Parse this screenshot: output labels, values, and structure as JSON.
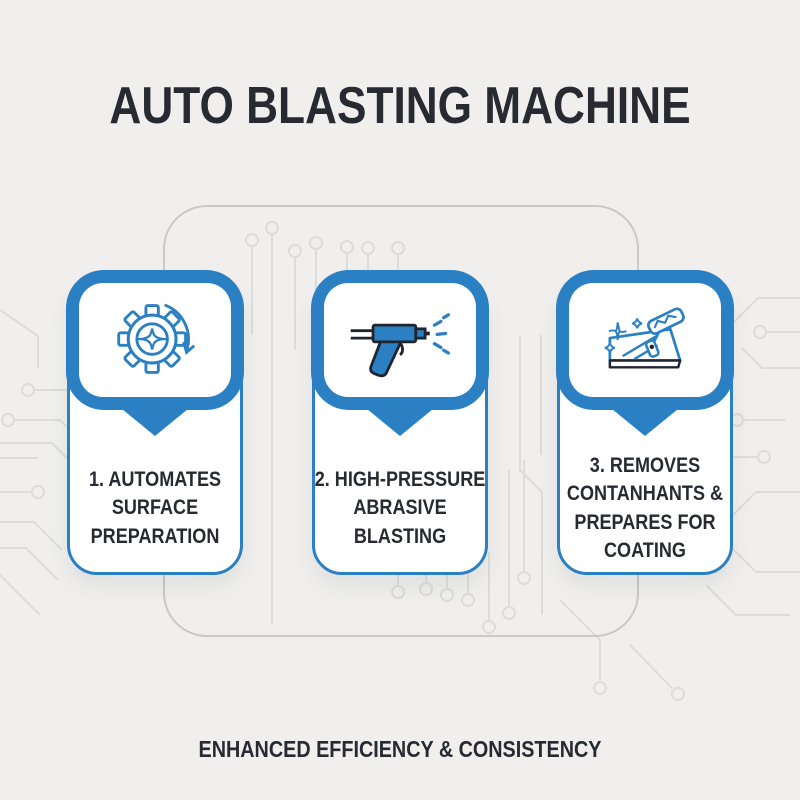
{
  "title": "AUTO BLASTING MACHINE",
  "footer": "ENHANCED EFFICIENCY & CONSISTENCY",
  "colors": {
    "accent": "#2b80c3",
    "text": "#272a30",
    "background": "#f0efed",
    "circuit_lines": "#dcdcda",
    "outline_box": "#c9c9c6",
    "icon_dark": "#20242e"
  },
  "cards": [
    {
      "id": 1,
      "icon": "gear-rotation-icon",
      "label": "1. AUTOMATES\nSURFACE\nPREPARATION"
    },
    {
      "id": 2,
      "icon": "spray-gun-icon",
      "label": "2. HIGH-PRESSURE\nABRASIVE\nBLASTING"
    },
    {
      "id": 3,
      "icon": "surface-cleaning-icon",
      "label": "3. REMOVES\nCONTANHANTS &\nPREPARES FOR\nCOATING"
    }
  ]
}
